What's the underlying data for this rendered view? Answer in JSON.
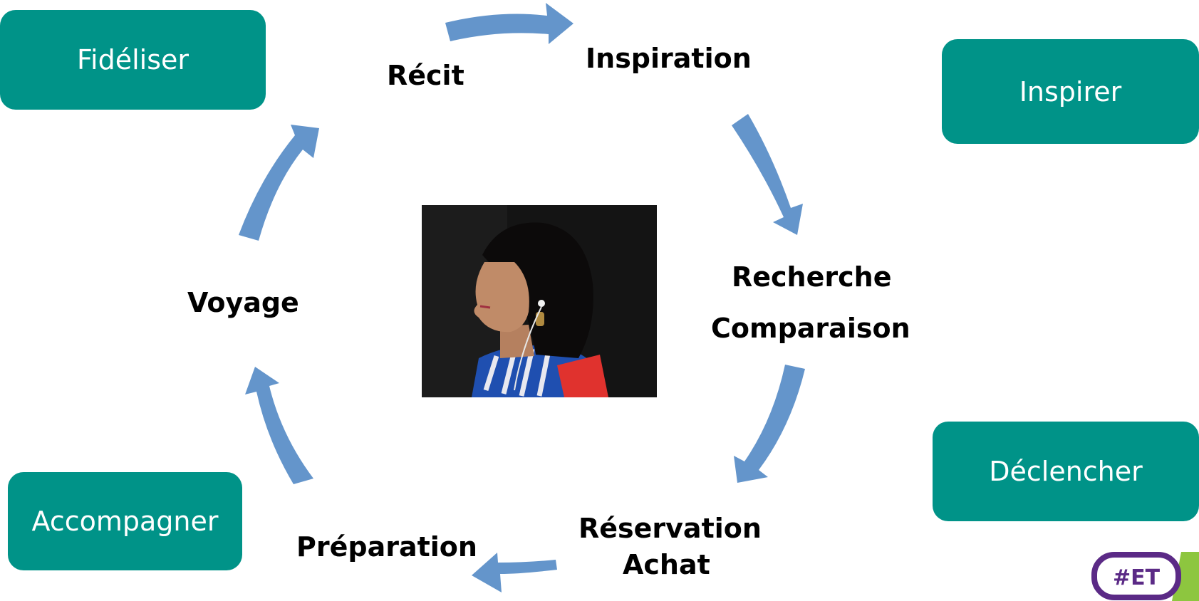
{
  "colors": {
    "box_fill": "#009388",
    "arrow_fill": "#6495CB",
    "logo_outline": "#5B2A86",
    "logo_accent": "#8DC63F"
  },
  "boxes": {
    "fideliser": "Fidéliser",
    "inspirer": "Inspirer",
    "declencher": "Déclencher",
    "accompagner": "Accompagner"
  },
  "stages": {
    "recit": "Récit",
    "inspiration": "Inspiration",
    "recherche": "Recherche",
    "comparaison": "Comparaison",
    "reservation": "Réservation",
    "achat": "Achat",
    "preparation": "Préparation",
    "voyage": "Voyage"
  },
  "logo": {
    "text": "#ET"
  },
  "photo": {
    "description_icon": "portrait-photo"
  }
}
